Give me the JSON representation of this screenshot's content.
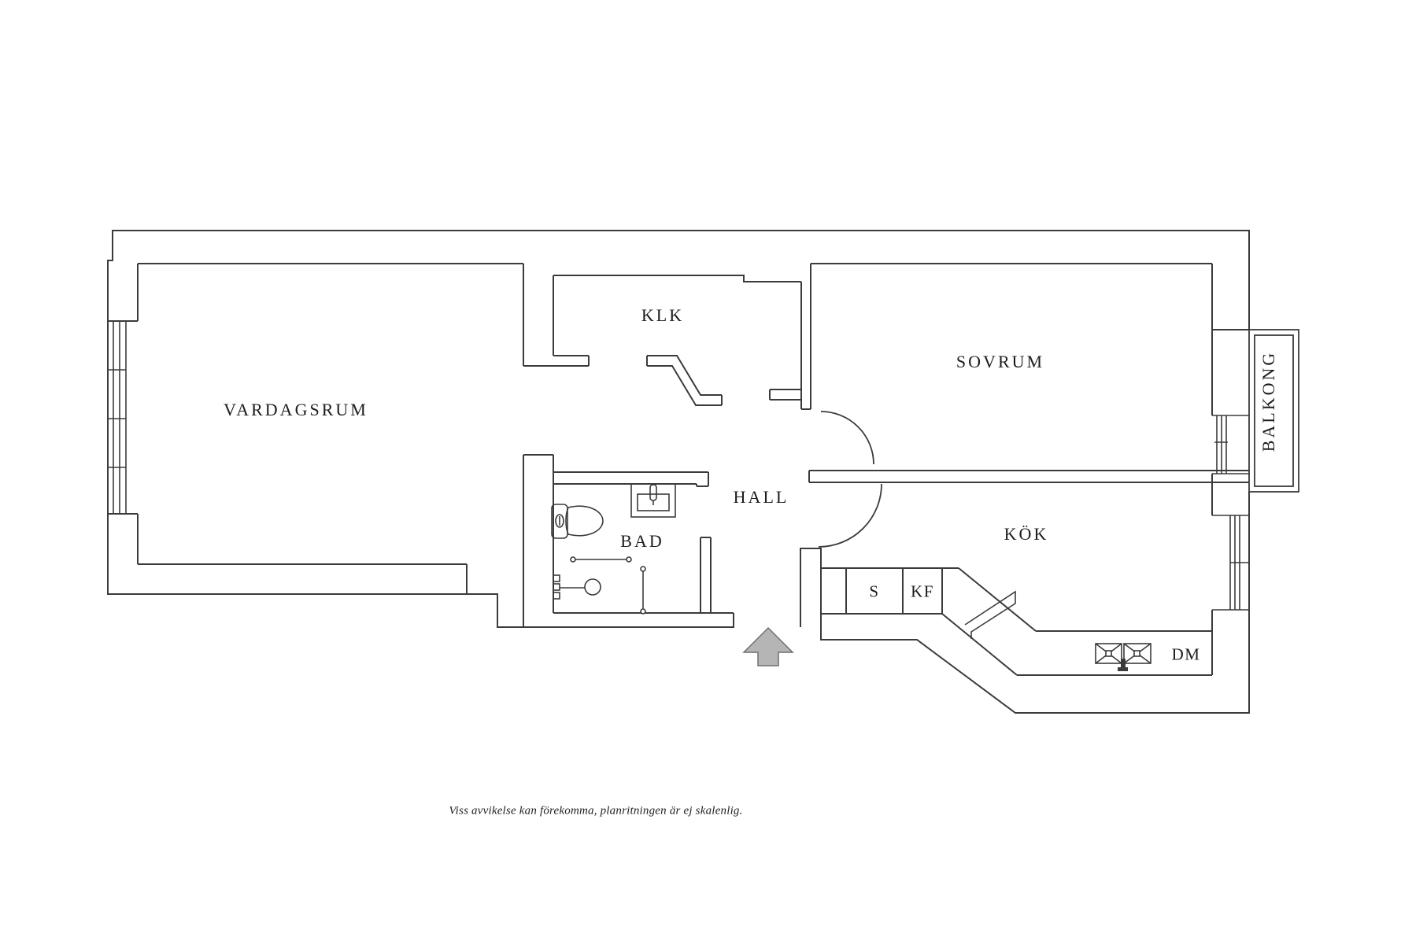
{
  "plan": {
    "rooms": [
      {
        "key": "vardagsrum",
        "label": "VARDAGSRUM"
      },
      {
        "key": "klk",
        "label": "KLK"
      },
      {
        "key": "sovrum",
        "label": "SOVRUM"
      },
      {
        "key": "balkong",
        "label": "BALKONG"
      },
      {
        "key": "hall",
        "label": "HALL"
      },
      {
        "key": "bad",
        "label": "BAD"
      },
      {
        "key": "kok",
        "label": "KÖK"
      }
    ],
    "appliances": [
      {
        "key": "s",
        "label": "S"
      },
      {
        "key": "kf",
        "label": "KF"
      },
      {
        "key": "dm",
        "label": "DM"
      }
    ],
    "icons": [
      "toilet-icon",
      "bathroom-sink-icon",
      "shower-icon",
      "shower-rail-icon",
      "kitchen-sink-icon",
      "faucet-icon",
      "window-icon",
      "door-arc-icon",
      "entrance-arrow-icon"
    ],
    "colors": {
      "background": "#ffffff",
      "wall_line": "#3b3b3b",
      "text": "#1c1c1c",
      "arrow_fill": "#b5b5b5",
      "arrow_stroke": "#6f6f6f"
    }
  },
  "caption": {
    "text": "Viss avvikelse kan förekomma, planritningen är ej skalenlig."
  }
}
